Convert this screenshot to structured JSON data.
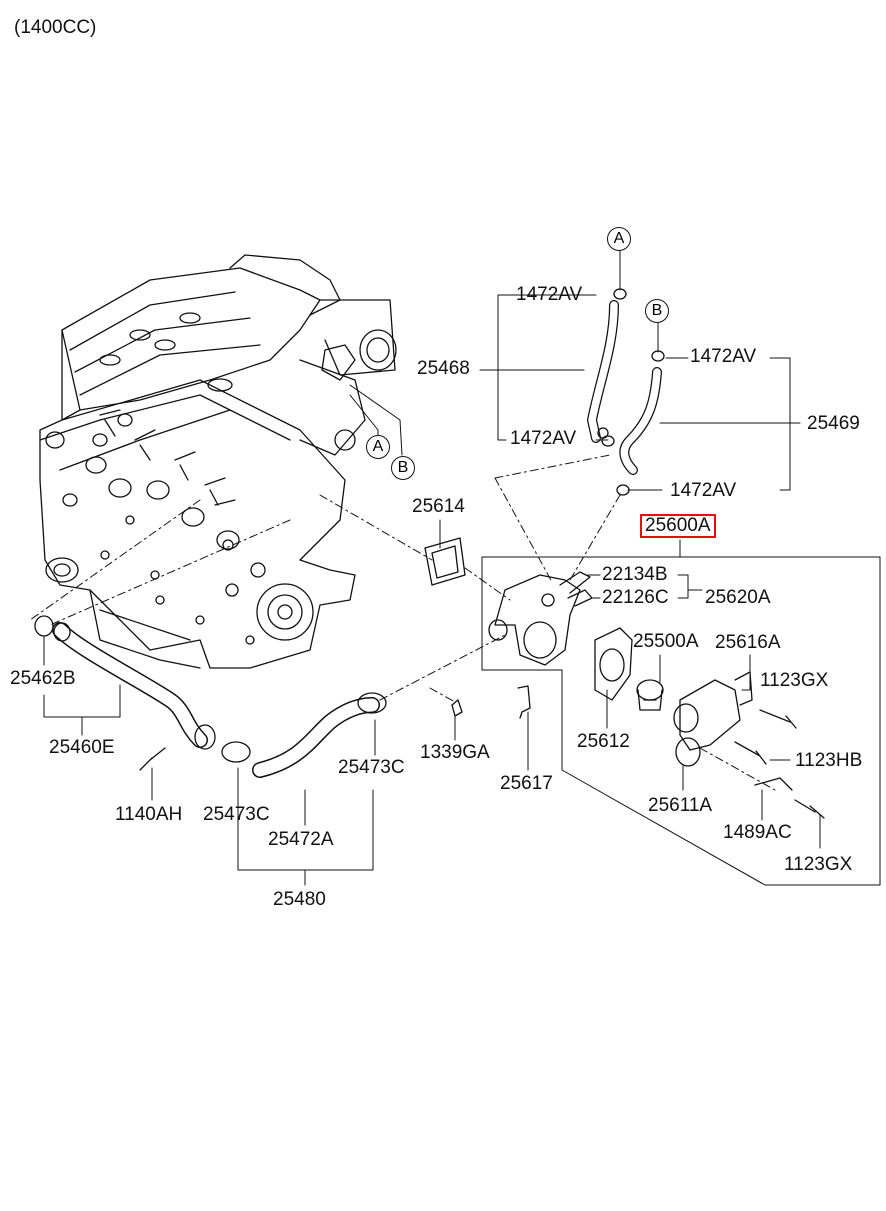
{
  "header": {
    "engine_spec": "(1400CC)"
  },
  "markers": {
    "a": "A",
    "b": "B"
  },
  "parts": {
    "p1472AV": "1472AV",
    "p25468": "25468",
    "p25469": "25469",
    "p25614": "25614",
    "p25600A": "25600A",
    "p22134B": "22134B",
    "p22126C": "22126C",
    "p25620A": "25620A",
    "p25500A": "25500A",
    "p25616A": "25616A",
    "p1123GX": "1123GX",
    "p1123HB": "1123HB",
    "p25612": "25612",
    "p25611A": "25611A",
    "p1489AC": "1489AC",
    "p25617": "25617",
    "p1339GA": "1339GA",
    "p25473C": "25473C",
    "p25472A": "25472A",
    "p25480": "25480",
    "p25462B": "25462B",
    "p25460E": "25460E",
    "p1140AH": "1140AH"
  },
  "colors": {
    "line": "#111111",
    "highlight": "#e01010",
    "background": "#ffffff"
  }
}
